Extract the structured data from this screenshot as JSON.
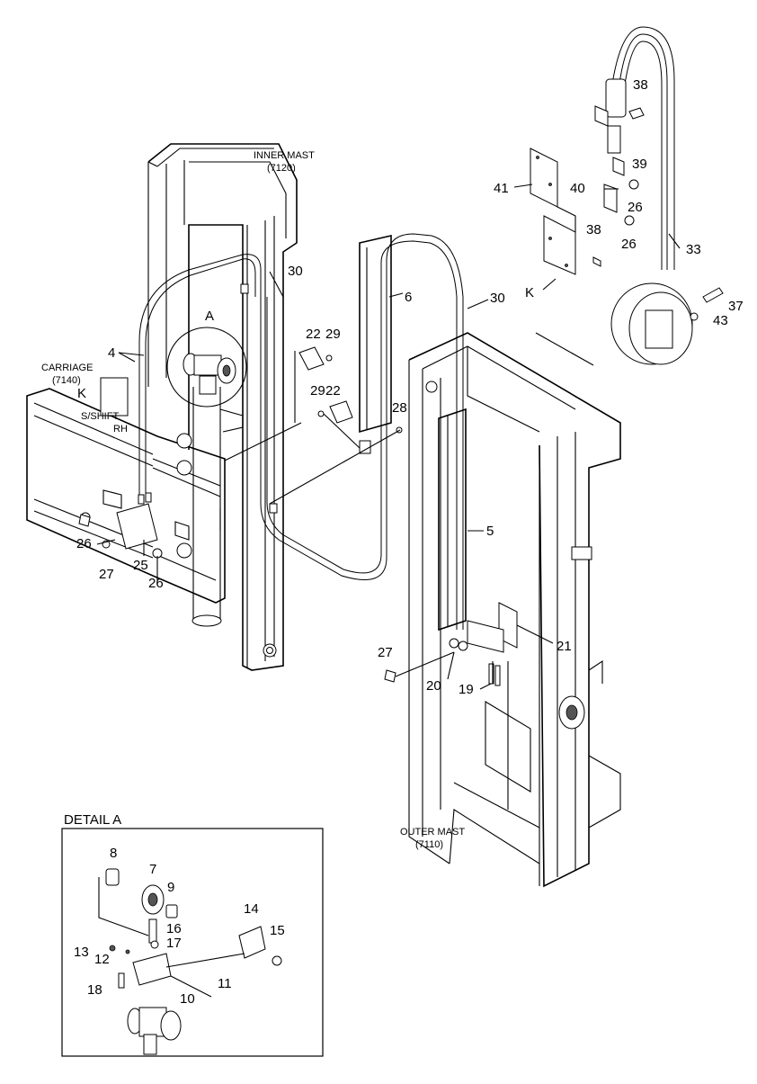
{
  "titles": {
    "inner_mast": "INNER MAST",
    "inner_mast_code": "(7120)",
    "outer_mast": "OUTER MAST",
    "outer_mast_code": "(7110)",
    "carriage": "CARRIAGE",
    "carriage_code": "(7140)",
    "sshift": "S/SHIFT",
    "rh": "RH",
    "detail_a": "DETAIL A",
    "view_a": "A",
    "view_k_carriage": "K",
    "view_k_bracket": "K"
  },
  "callouts": {
    "c4": "4",
    "c5": "5",
    "c6": "6",
    "c19": "19",
    "c20": "20",
    "c21": "21",
    "c22a": "22",
    "c22b": "22",
    "c25": "25",
    "c26a": "26",
    "c26b": "26",
    "c26c": "26",
    "c26d": "26",
    "c27a": "27",
    "c27b": "27",
    "c28": "28",
    "c29a": "29",
    "c29b": "29",
    "c30a": "30",
    "c30b": "30",
    "c33": "33",
    "c37": "37",
    "c38a": "38",
    "c38b": "38",
    "c39": "39",
    "c40": "40",
    "c41": "41",
    "c43": "43"
  },
  "detail_callouts": {
    "d7": "7",
    "d8": "8",
    "d9": "9",
    "d10": "10",
    "d11": "11",
    "d12": "12",
    "d13": "13",
    "d14": "14",
    "d15": "15",
    "d16": "16",
    "d17": "17",
    "d18": "18"
  }
}
